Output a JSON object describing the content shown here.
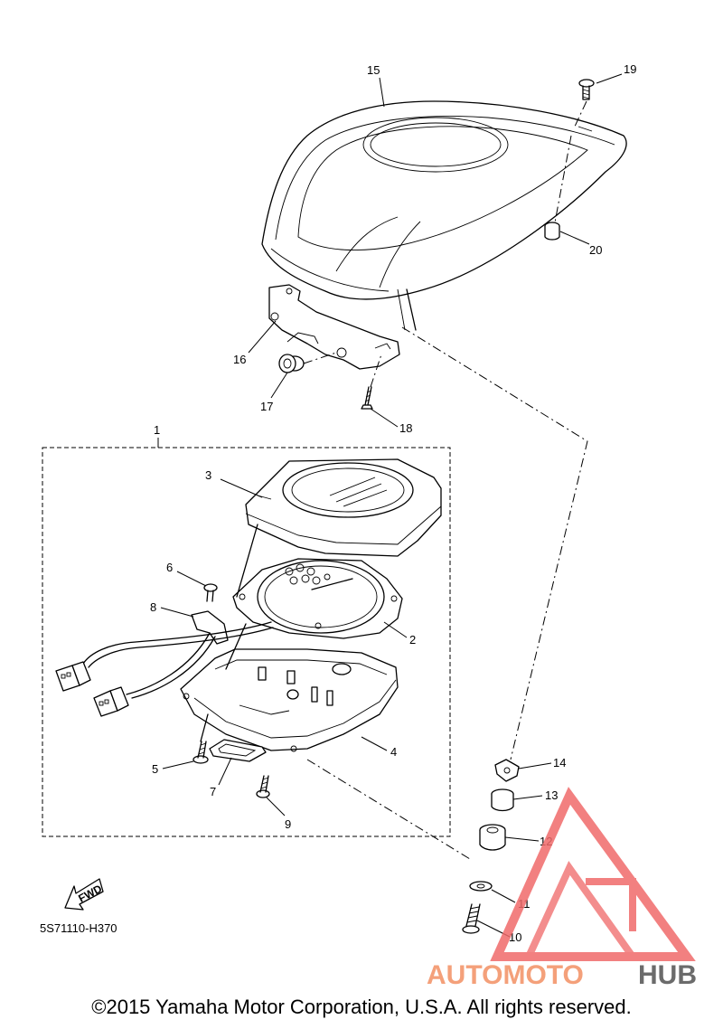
{
  "diagram_code": "5S71110-H370",
  "copyright": "©2015 Yamaha Motor Corporation, U.S.A. All rights reserved.",
  "fwd_label": "FWD",
  "watermark": {
    "part1": "AUTOMOTO",
    "part2": "HUB",
    "color_primary": "#f06a6a",
    "color_secondary": "#f4b183",
    "color_dark": "#6b6b6b"
  },
  "callouts": {
    "p1": "1",
    "p2": "2",
    "p3": "3",
    "p4": "4",
    "p5": "5",
    "p6": "6",
    "p7": "7",
    "p8": "8",
    "p9": "9",
    "p10": "10",
    "p11": "11",
    "p12": "12",
    "p13": "13",
    "p14": "14",
    "p15": "15",
    "p16": "16",
    "p17": "17",
    "p18": "18",
    "p19": "19",
    "p20": "20"
  }
}
